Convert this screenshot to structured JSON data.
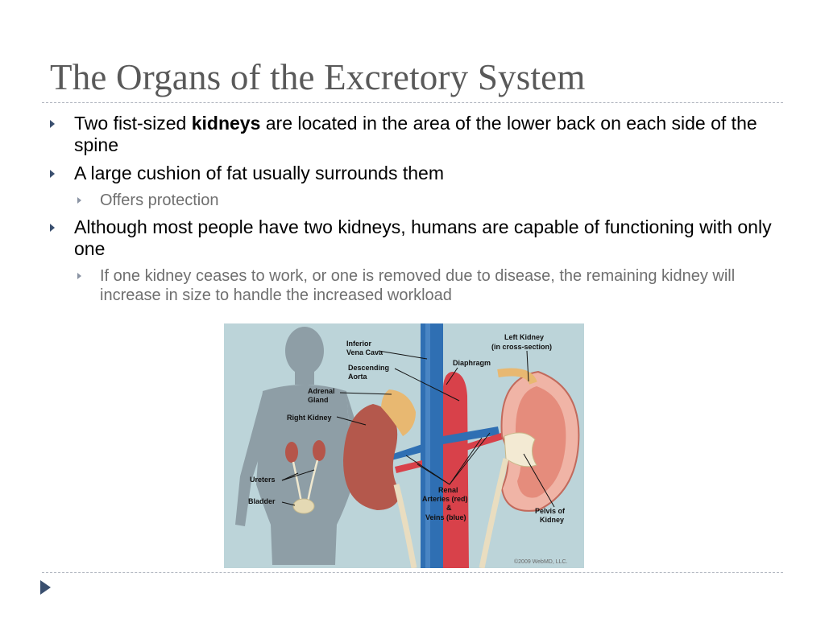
{
  "slide": {
    "title": "The Organs of the Excretory System",
    "bullets": [
      {
        "pre": "Two fist-sized ",
        "bold": "kidneys",
        "post": " are located in the area of the lower back on each side of the spine"
      },
      {
        "text": "A large cushion of fat usually surrounds them"
      },
      {
        "sub": "Offers protection"
      },
      {
        "text": "Although most people have two kidneys, humans are capable of functioning with only one"
      },
      {
        "sub": "If one kidney ceases to work, or one is removed due to disease, the remaining kidney will increase in size to handle the increased workload"
      }
    ]
  },
  "figure": {
    "labels": {
      "ivc_1": "Inferior",
      "ivc_2": "Vena Cava",
      "aorta_1": "Descending",
      "aorta_2": "Aorta",
      "adrenal_1": "Adrenal",
      "adrenal_2": "Gland",
      "right_kidney": "Right Kidney",
      "ureters": "Ureters",
      "bladder": "Bladder",
      "left_kidney_1": "Left Kidney",
      "left_kidney_2": "(in cross-section)",
      "diaphragm": "Diaphragm",
      "renal_1": "Renal",
      "renal_2": "Arteries (red)",
      "renal_3": "&",
      "renal_4": "Veins (blue)",
      "pelvis_1": "Pelvis of",
      "pelvis_2": "Kidney"
    },
    "copyright": "©2009 WebMD, LLC."
  },
  "colors": {
    "title": "#595959",
    "bullet": "#3a4f6f",
    "sub_text": "#6f6f6f",
    "figure_bg": "#bcd4d9"
  }
}
